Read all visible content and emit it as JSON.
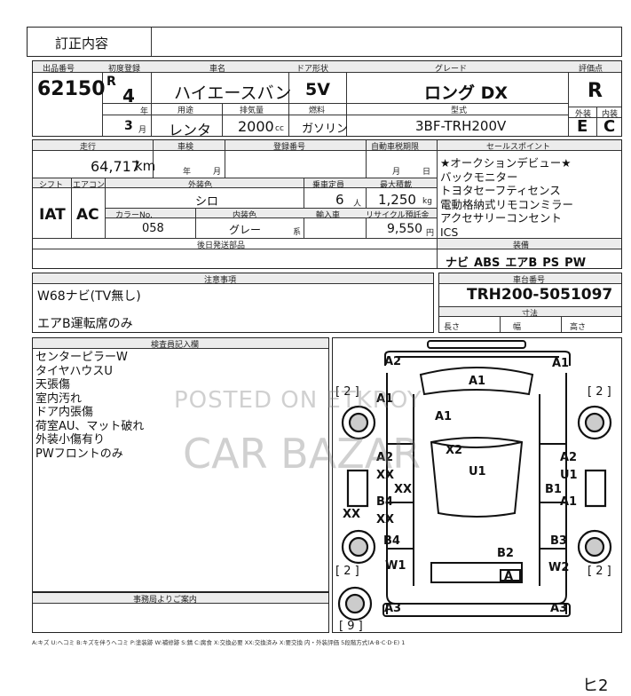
{
  "header": {
    "correction_label": "訂正内容"
  },
  "lot": {
    "label": "出品番号",
    "value": "62150"
  },
  "first_reg": {
    "label": "初度登録",
    "era": "R",
    "year": "4",
    "year_unit": "年",
    "month": "3",
    "month_unit": "月"
  },
  "car_name": {
    "label": "車名",
    "value": "ハイエースバン"
  },
  "door": {
    "label": "ドア形状",
    "value": "5V"
  },
  "grade": {
    "label": "グレード",
    "value": "ロング DX"
  },
  "score": {
    "label": "評価点",
    "value": "R"
  },
  "usage": {
    "label": "用途",
    "value": "レンタ"
  },
  "displacement": {
    "label": "排気量",
    "value": "2000",
    "unit": "cc"
  },
  "fuel": {
    "label": "燃料",
    "value": "ガソリン"
  },
  "model": {
    "label": "型式",
    "value": "3BF-TRH200V"
  },
  "exterior_grade": {
    "label": "外装",
    "value": "E"
  },
  "interior_grade": {
    "label": "内装",
    "value": "C"
  },
  "mileage": {
    "label": "走行",
    "value": "64,717",
    "unit": "km"
  },
  "inspection": {
    "label": "車検",
    "year_unit": "年",
    "month_unit": "月"
  },
  "reg_number": {
    "label": "登録番号"
  },
  "tax_period": {
    "label": "自動車税期限",
    "month_unit": "月",
    "day_unit": "日"
  },
  "sales_points": {
    "label": "セールスポイント",
    "items": [
      "★オークションデビュー★",
      "バックモニター",
      "トヨタセーフティセンス",
      "電動格納式リモコンミラー",
      "アクセサリーコンセント",
      "ICS"
    ]
  },
  "shift": {
    "label": "シフト",
    "value": "IAT"
  },
  "aircon": {
    "label": "エアコン",
    "value": "AC"
  },
  "ext_color": {
    "label": "外装色",
    "value": "シロ"
  },
  "capacity": {
    "label": "乗車定員",
    "value": "6",
    "unit": "人"
  },
  "max_load": {
    "label": "最大積載",
    "value": "1,250",
    "unit": "kg"
  },
  "color_no": {
    "label": "カラーNo.",
    "value": "058"
  },
  "int_color": {
    "label": "内装色",
    "value": "グレー",
    "unit": "系"
  },
  "import_label": "輸入車",
  "recycle": {
    "label": "リサイクル預託金",
    "value": "9,550",
    "unit": "円"
  },
  "post_docs": {
    "label": "後日発送部品"
  },
  "equipment": {
    "label": "装備",
    "items": [
      "ナビ",
      "ABS",
      "エアB",
      "PS",
      "PW"
    ]
  },
  "notes": {
    "label": "注意事項",
    "lines": [
      "W68ナビ(TV無し)",
      "エアB運転席のみ"
    ]
  },
  "chassis": {
    "label": "車台番号",
    "value": "TRH200-5051097"
  },
  "dimensions": {
    "label": "寸法",
    "length": "長さ",
    "width": "幅",
    "height": "高さ"
  },
  "inspector": {
    "label": "検査員記入欄",
    "lines": [
      "センターピラーW",
      "タイヤハウスU",
      "天張傷",
      "室内汚れ",
      "ドア内張傷",
      "荷室AU、マット破れ",
      "外装小傷有り",
      "PWフロントのみ"
    ]
  },
  "office": {
    "label": "事務局よりご案内"
  },
  "legend": "A:キズ U:ヘコミ B:キズを伴うヘコミ P:塗装跡 W:補修跡 S:錆 C:腐食 X:交換必要 XX:交換済み X:要交換 内・外装評価 5段階方式(A·B·C·D·E) 1",
  "diagram": {
    "codes": [
      {
        "id": "front-left-bumper",
        "t": "A2"
      },
      {
        "id": "front-right-bumper",
        "t": "A1"
      },
      {
        "id": "windshield",
        "t": "A1"
      },
      {
        "id": "hood-left",
        "t": "A1"
      },
      {
        "id": "hood",
        "t": "A1"
      },
      {
        "id": "roof-front",
        "t": "X2"
      },
      {
        "id": "roof",
        "t": "U1"
      },
      {
        "id": "left-fdoor",
        "t": "A2"
      },
      {
        "id": "left-fdoor-xx",
        "t": "XX"
      },
      {
        "id": "left-pillar-xx",
        "t": "XX"
      },
      {
        "id": "left-rdoor",
        "t": "B4"
      },
      {
        "id": "left-rdoor-xx",
        "t": "XX"
      },
      {
        "id": "left-side-xx",
        "t": "XX"
      },
      {
        "id": "left-quarter",
        "t": "B4"
      },
      {
        "id": "left-rear-wheel",
        "t": "W1"
      },
      {
        "id": "right-fdoor",
        "t": "A2"
      },
      {
        "id": "right-fdoor-u",
        "t": "U1"
      },
      {
        "id": "right-pillar",
        "t": "B1"
      },
      {
        "id": "right-rdoor",
        "t": "A1"
      },
      {
        "id": "right-quarter",
        "t": "B3"
      },
      {
        "id": "right-rear-wheel",
        "t": "W2"
      },
      {
        "id": "tailgate",
        "t": "B2"
      },
      {
        "id": "rear-bumper",
        "t": "A"
      },
      {
        "id": "rear-left",
        "t": "A3"
      },
      {
        "id": "rear-right",
        "t": "A3"
      }
    ],
    "brackets": [
      {
        "id": "front-left",
        "t": "[ 2 ]"
      },
      {
        "id": "front-right",
        "t": "[ 2 ]"
      },
      {
        "id": "rear-left",
        "t": "[ 2 ]"
      },
      {
        "id": "rear-right",
        "t": "[ 2 ]"
      },
      {
        "id": "spare",
        "t": "[ 9 ]"
      }
    ]
  },
  "watermark": {
    "line1": "POSTED ON ETKROY",
    "line2": "CAR BAZAR"
  },
  "corner_scribble": "ヒ2"
}
